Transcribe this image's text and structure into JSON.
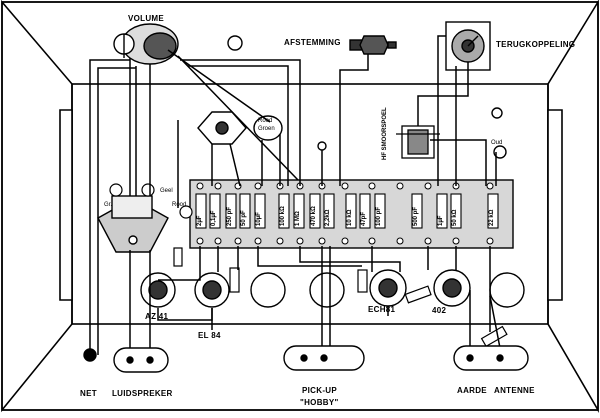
{
  "labels": {
    "volume": "VOLUME",
    "afstemming": "AFSTEMMING",
    "terugkoppeling": "TERUGKOPPELING",
    "hf_smoorspoel": "HF SMOORSPOEL",
    "az41": "AZ 41",
    "el84": "EL 84",
    "ech81": "ECH81",
    "tube_402": "402",
    "net": "NET",
    "luidspreker": "LUIDSPREKER",
    "pickup": "PICK-UP",
    "hobby": "\"HOBBY\"",
    "aarde": "AARDE",
    "antenne": "ANTENNE",
    "rood_groen": [
      "Rood",
      "Groen"
    ],
    "geel_rood": [
      "Geel",
      "Rood"
    ],
    "gr": "Gr.",
    "oud": "Oud"
  },
  "components": [
    "2µF",
    "0,1µF",
    "250 pF",
    "50 pF",
    "10µF",
    "100 kΩ",
    "1 MΩ",
    "470 kΩ",
    "2,2kΩ",
    "10 kΩ",
    "47pF",
    "100 pF",
    "500 pF",
    "1µF",
    "50 kΩ",
    "22 kΩ"
  ]
}
